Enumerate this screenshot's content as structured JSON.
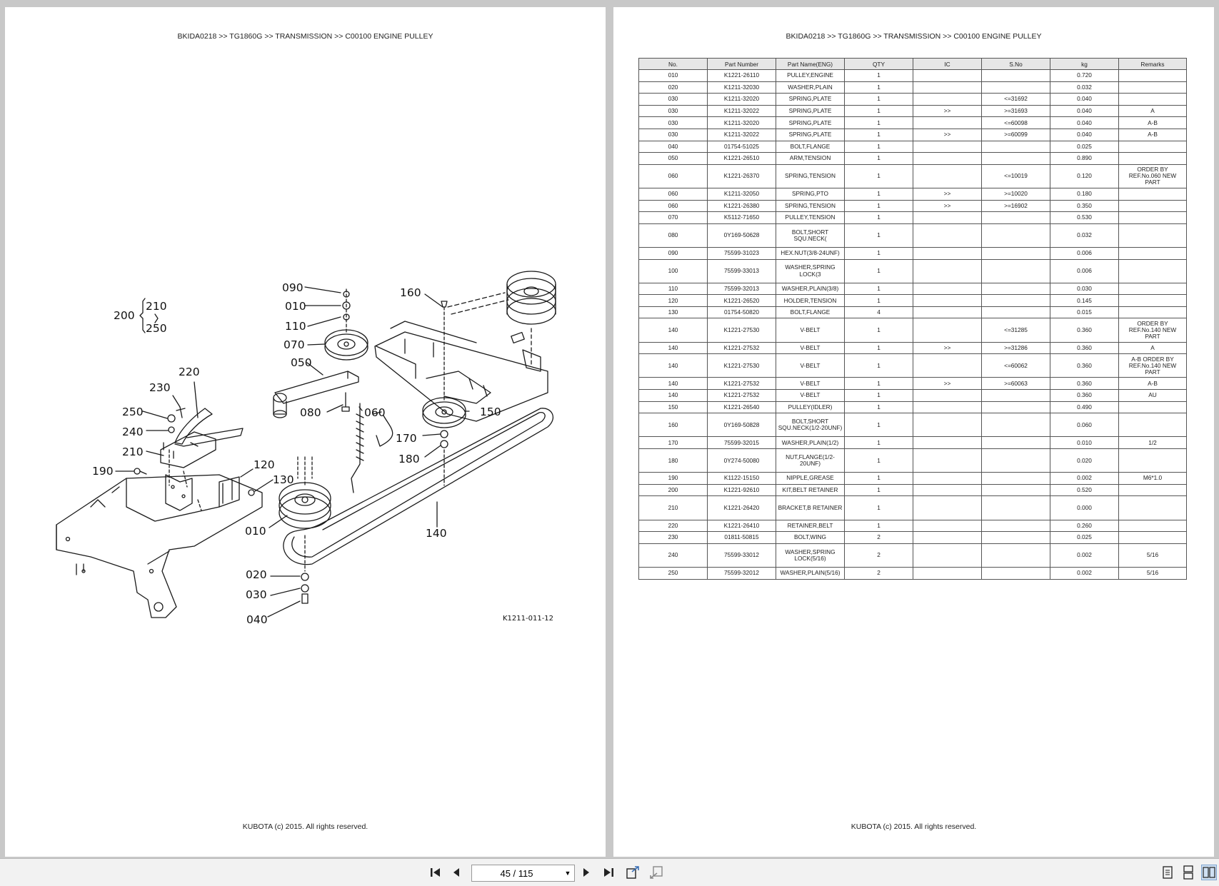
{
  "breadcrumb": "BKIDA0218 >> TG1860G >> TRANSMISSION >> C00100   ENGINE PULLEY",
  "footer": "KUBOTA (c) 2015. All rights reserved.",
  "figure": {
    "id": "K1211-011-12",
    "labels": [
      "090",
      "010",
      "110",
      "070",
      "050",
      "160",
      "080",
      "060",
      "150",
      "170",
      "180",
      "220",
      "230",
      "250",
      "240",
      "210",
      "190",
      "120",
      "130",
      "010",
      "140",
      "020",
      "030",
      "040"
    ],
    "group_label": {
      "parent": "200",
      "from": "210",
      "to": "250"
    }
  },
  "table": {
    "columns": [
      "No.",
      "Part Number",
      "Part Name(ENG)",
      "QTY",
      "IC",
      "S.No",
      "kg",
      "Remarks"
    ],
    "rows": [
      [
        "010",
        "K1221-26110",
        "PULLEY,ENGINE",
        "1",
        "",
        "",
        "0.720",
        ""
      ],
      [
        "020",
        "K1211-32030",
        "WASHER,PLAIN",
        "1",
        "",
        "",
        "0.032",
        ""
      ],
      [
        "030",
        "K1211-32020",
        "SPRING,PLATE",
        "1",
        "",
        "<=31692",
        "0.040",
        ""
      ],
      [
        "030",
        "K1211-32022",
        "SPRING,PLATE",
        "1",
        ">>",
        ">=31693",
        "0.040",
        "A"
      ],
      [
        "030",
        "K1211-32020",
        "SPRING,PLATE",
        "1",
        "",
        "<=60098",
        "0.040",
        "A-B"
      ],
      [
        "030",
        "K1211-32022",
        "SPRING,PLATE",
        "1",
        ">>",
        ">=60099",
        "0.040",
        "A-B"
      ],
      [
        "040",
        "01754-51025",
        "BOLT,FLANGE",
        "1",
        "",
        "",
        "0.025",
        ""
      ],
      [
        "050",
        "K1221-26510",
        "ARM,TENSION",
        "1",
        "",
        "",
        "0.890",
        ""
      ],
      [
        "060",
        "K1221-26370",
        "SPRING,TENSION",
        "1",
        "",
        "<=10019",
        "0.120",
        "ORDER BY REF.No.060 NEW PART"
      ],
      [
        "060",
        "K1211-32050",
        "SPRING,PTO",
        "1",
        ">>",
        ">=10020",
        "0.180",
        ""
      ],
      [
        "060",
        "K1221-26380",
        "SPRING,TENSION",
        "1",
        ">>",
        ">=16902",
        "0.350",
        ""
      ],
      [
        "070",
        "K5112-71650",
        "PULLEY,TENSION",
        "1",
        "",
        "",
        "0.530",
        ""
      ],
      [
        "080",
        "0Y169-50628",
        "BOLT,SHORT SQU.NECK(",
        "1",
        "",
        "",
        "0.032",
        ""
      ],
      [
        "090",
        "75599-31023",
        "HEX.NUT(3/8-24UNF)",
        "1",
        "",
        "",
        "0.006",
        ""
      ],
      [
        "100",
        "75599-33013",
        "WASHER,SPRING LOCK(3",
        "1",
        "",
        "",
        "0.006",
        ""
      ],
      [
        "110",
        "75599-32013",
        "WASHER,PLAIN(3/8)",
        "1",
        "",
        "",
        "0.030",
        ""
      ],
      [
        "120",
        "K1221-26520",
        "HOLDER,TENSION",
        "1",
        "",
        "",
        "0.145",
        ""
      ],
      [
        "130",
        "01754-50820",
        "BOLT,FLANGE",
        "4",
        "",
        "",
        "0.015",
        ""
      ],
      [
        "140",
        "K1221-27530",
        "V-BELT",
        "1",
        "",
        "<=31285",
        "0.360",
        "ORDER BY REF.No.140 NEW PART"
      ],
      [
        "140",
        "K1221-27532",
        "V-BELT",
        "1",
        ">>",
        ">=31286",
        "0.360",
        "A"
      ],
      [
        "140",
        "K1221-27530",
        "V-BELT",
        "1",
        "",
        "<=60062",
        "0.360",
        "A-B  ORDER BY REF.No.140 NEW PART"
      ],
      [
        "140",
        "K1221-27532",
        "V-BELT",
        "1",
        ">>",
        ">=60063",
        "0.360",
        "A-B"
      ],
      [
        "140",
        "K1221-27532",
        "V-BELT",
        "1",
        "",
        "",
        "0.360",
        "AU"
      ],
      [
        "150",
        "K1221-26540",
        "PULLEY(IDLER)",
        "1",
        "",
        "",
        "0.490",
        ""
      ],
      [
        "160",
        "0Y169-50828",
        "BOLT,SHORT SQU.NECK(1/2-20UNF)",
        "1",
        "",
        "",
        "0.060",
        ""
      ],
      [
        "170",
        "75599-32015",
        "WASHER,PLAIN(1/2)",
        "1",
        "",
        "",
        "0.010",
        "1/2"
      ],
      [
        "180",
        "0Y274-50080",
        "NUT,FLANGE(1/2-20UNF)",
        "1",
        "",
        "",
        "0.020",
        ""
      ],
      [
        "190",
        "K1122-15150",
        "NIPPLE,GREASE",
        "1",
        "",
        "",
        "0.002",
        "M6*1.0"
      ],
      [
        "200",
        "K1221-92610",
        "KIT,BELT RETAINER",
        "1",
        "",
        "",
        "0.520",
        ""
      ],
      [
        "210",
        "K1221-26420",
        "BRACKET,B RETAINER",
        "1",
        "",
        "",
        "0.000",
        ""
      ],
      [
        "220",
        "K1221-26410",
        "RETAINER,BELT",
        "1",
        "",
        "",
        "0.260",
        ""
      ],
      [
        "230",
        "01811-50815",
        "BOLT,WING",
        "2",
        "",
        "",
        "0.025",
        ""
      ],
      [
        "240",
        "75599-33012",
        "WASHER,SPRING LOCK(5/16)",
        "2",
        "",
        "",
        "0.002",
        "5/16"
      ],
      [
        "250",
        "75599-32012",
        "WASHER,PLAIN(5/16)",
        "2",
        "",
        "",
        "0.002",
        "5/16"
      ]
    ],
    "tall_rows": [
      8,
      12,
      14,
      18,
      20,
      24,
      26,
      29,
      32
    ]
  },
  "toolbar": {
    "page_indicator": "45 / 115",
    "buttons": [
      "first-page-icon",
      "previous-page-icon",
      "next-page-icon",
      "last-page-icon",
      "export-icon",
      "import-icon",
      "single-page-view-icon",
      "continuous-view-icon",
      "two-page-view-icon"
    ]
  }
}
